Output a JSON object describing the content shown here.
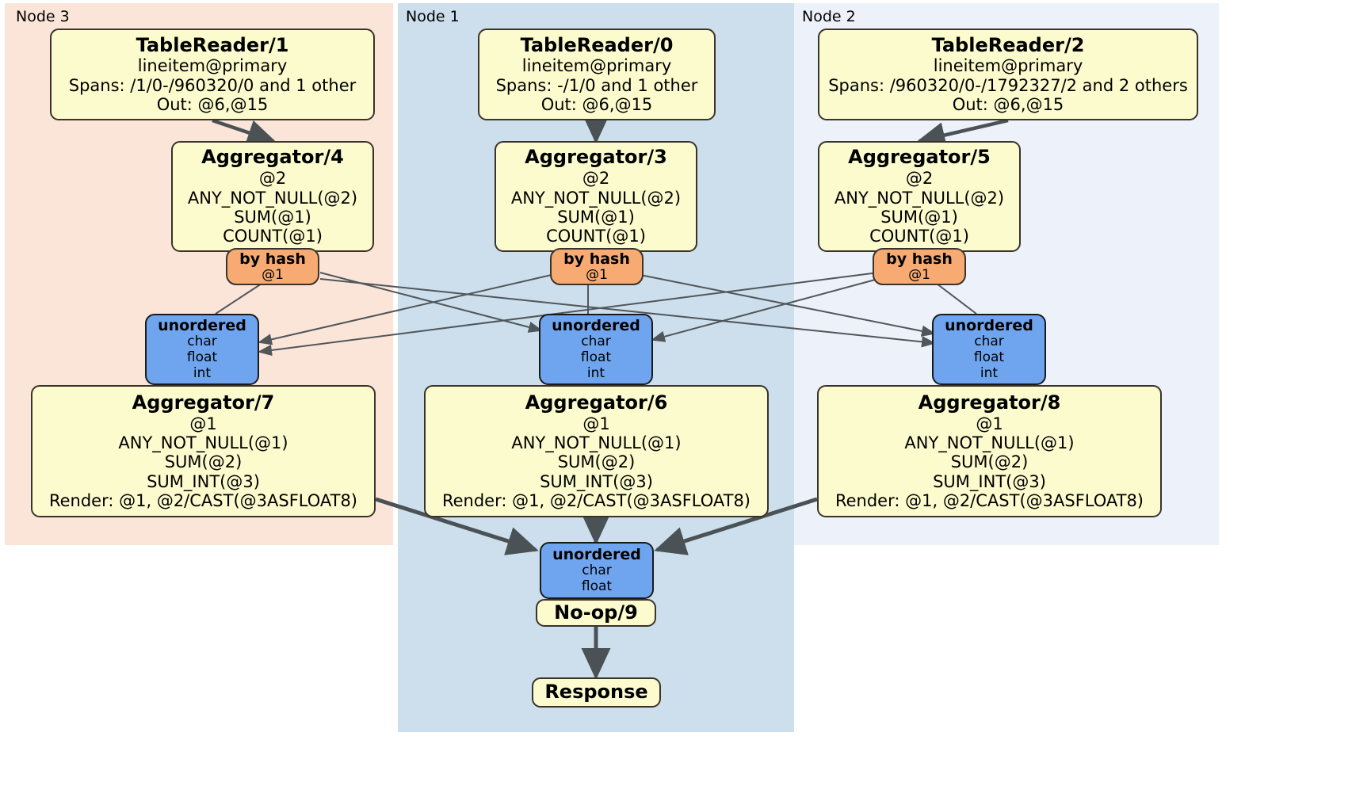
{
  "diagram": {
    "type": "distributed-query-plan",
    "colors": {
      "node3_region": "#fbe5d9",
      "node1_region": "#cddfec",
      "node2_region": "#ecf1fa",
      "processor_fill": "#fbfbce",
      "router_fill": "#f7ab73",
      "stream_fill": "#6fa5ef",
      "edge_stroke": "#4b5255",
      "thin_edge_stroke": "#50565a",
      "box_border": "#3a332c"
    },
    "regions": [
      {
        "id": "node3",
        "label": "Node 3"
      },
      {
        "id": "node1",
        "label": "Node 1"
      },
      {
        "id": "node2",
        "label": "Node 2"
      }
    ],
    "processors": {
      "table_reader_1": {
        "title": "TableReader/1",
        "lines": [
          "lineitem@primary",
          "Spans: /1/0-/960320/0 and 1 other",
          "Out: @6,@15"
        ]
      },
      "table_reader_0": {
        "title": "TableReader/0",
        "lines": [
          "lineitem@primary",
          "Spans: -/1/0 and 1 other",
          "Out: @6,@15"
        ]
      },
      "table_reader_2": {
        "title": "TableReader/2",
        "lines": [
          "lineitem@primary",
          "Spans: /960320/0-/1792327/2 and 2 others",
          "Out: @6,@15"
        ]
      },
      "aggregator_4": {
        "title": "Aggregator/4",
        "lines": [
          "@2",
          "ANY_NOT_NULL(@2)",
          "SUM(@1)",
          "COUNT(@1)"
        ]
      },
      "aggregator_3": {
        "title": "Aggregator/3",
        "lines": [
          "@2",
          "ANY_NOT_NULL(@2)",
          "SUM(@1)",
          "COUNT(@1)"
        ]
      },
      "aggregator_5": {
        "title": "Aggregator/5",
        "lines": [
          "@2",
          "ANY_NOT_NULL(@2)",
          "SUM(@1)",
          "COUNT(@1)"
        ]
      },
      "aggregator_7": {
        "title": "Aggregator/7",
        "lines": [
          "@1",
          "ANY_NOT_NULL(@1)",
          "SUM(@2)",
          "SUM_INT(@3)",
          "Render: @1, @2/CAST(@3ASFLOAT8)"
        ]
      },
      "aggregator_6": {
        "title": "Aggregator/6",
        "lines": [
          "@1",
          "ANY_NOT_NULL(@1)",
          "SUM(@2)",
          "SUM_INT(@3)",
          "Render: @1, @2/CAST(@3ASFLOAT8)"
        ]
      },
      "aggregator_8": {
        "title": "Aggregator/8",
        "lines": [
          "@1",
          "ANY_NOT_NULL(@1)",
          "SUM(@2)",
          "SUM_INT(@3)",
          "Render: @1, @2/CAST(@3ASFLOAT8)"
        ]
      },
      "noop_9": {
        "title": "No-op/9",
        "lines": []
      },
      "response": {
        "title": "Response",
        "lines": []
      }
    },
    "routers": {
      "by_hash_left": {
        "title": "by hash",
        "detail": "@1"
      },
      "by_hash_center": {
        "title": "by hash",
        "detail": "@1"
      },
      "by_hash_right": {
        "title": "by hash",
        "detail": "@1"
      }
    },
    "streams": {
      "unordered_left": {
        "title": "unordered",
        "types": [
          "char",
          "float",
          "int"
        ]
      },
      "unordered_center": {
        "title": "unordered",
        "types": [
          "char",
          "float",
          "int"
        ]
      },
      "unordered_right": {
        "title": "unordered",
        "types": [
          "char",
          "float",
          "int"
        ]
      },
      "unordered_final": {
        "title": "unordered",
        "types": [
          "char",
          "float"
        ]
      }
    }
  }
}
